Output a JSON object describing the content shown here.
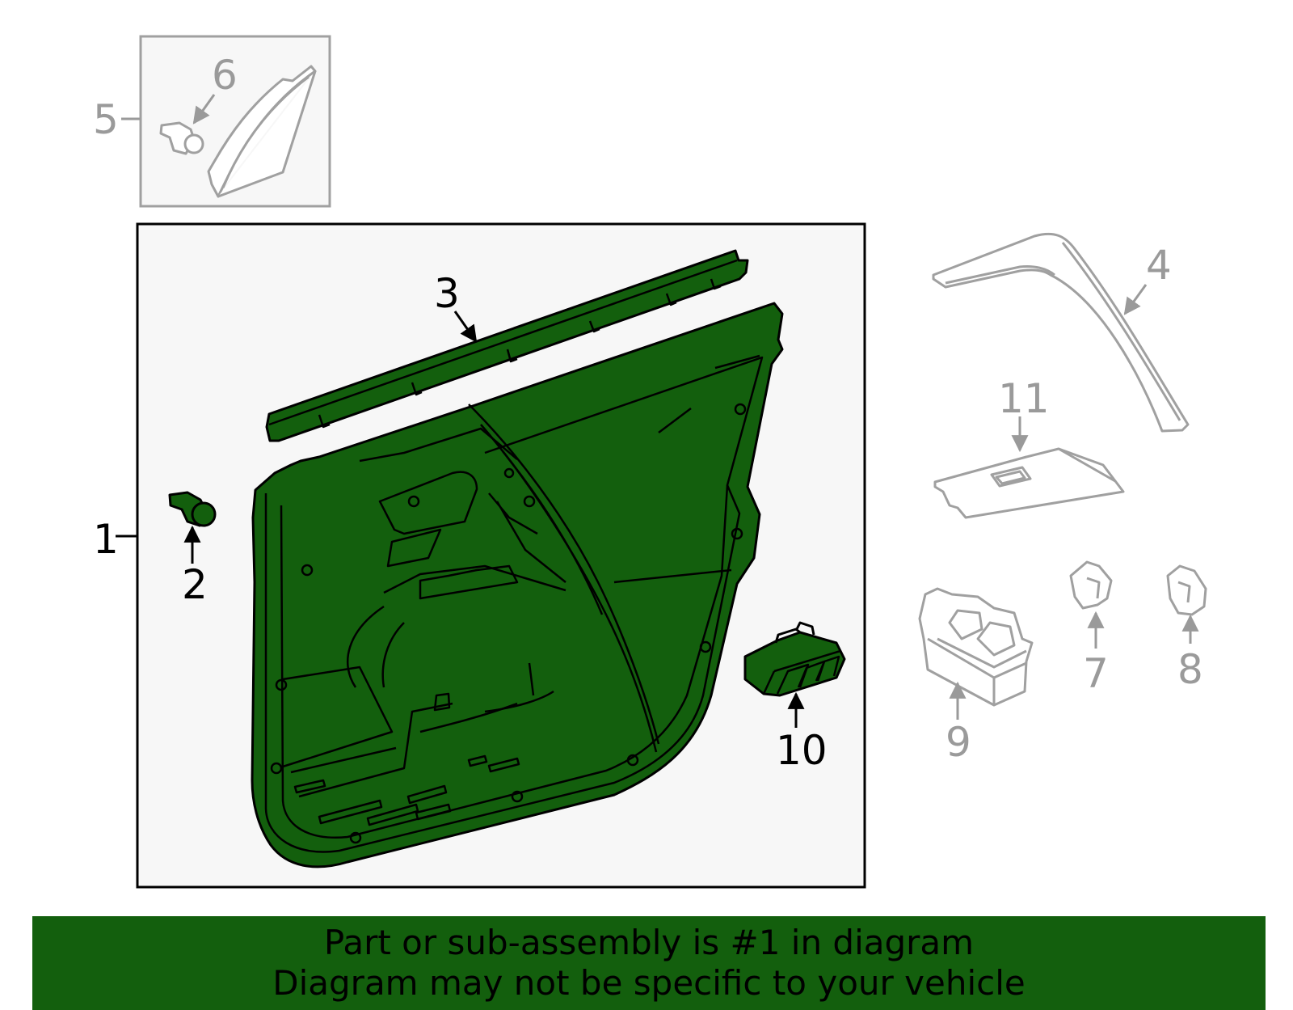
{
  "colors": {
    "highlight_fill": "#135f0d",
    "outline_dark": "#000000",
    "outline_grey": "#a0a0a0",
    "panel_background": "#f7f7f7",
    "banner_background": "#135f0d"
  },
  "callouts": [
    {
      "number": "1",
      "part": "door-trim-panel",
      "highlighted": true
    },
    {
      "number": "2",
      "part": "retainer-clip",
      "highlighted": true
    },
    {
      "number": "3",
      "part": "belt-weatherstrip",
      "highlighted": true
    },
    {
      "number": "4",
      "part": "armrest-trim",
      "highlighted": false
    },
    {
      "number": "5",
      "part": "mirror-cover-assembly",
      "highlighted": false
    },
    {
      "number": "6",
      "part": "mirror-cover-clip",
      "highlighted": false
    },
    {
      "number": "7",
      "part": "switch-clip-a",
      "highlighted": false
    },
    {
      "number": "8",
      "part": "switch-clip-b",
      "highlighted": false
    },
    {
      "number": "9",
      "part": "window-switch",
      "highlighted": false
    },
    {
      "number": "10",
      "part": "switch-bezel",
      "highlighted": true
    },
    {
      "number": "11",
      "part": "switch-panel",
      "highlighted": false
    }
  ],
  "banner": {
    "line1": "Part or sub-assembly is #1 in diagram",
    "line2": "Diagram may not be specific to your vehicle"
  }
}
